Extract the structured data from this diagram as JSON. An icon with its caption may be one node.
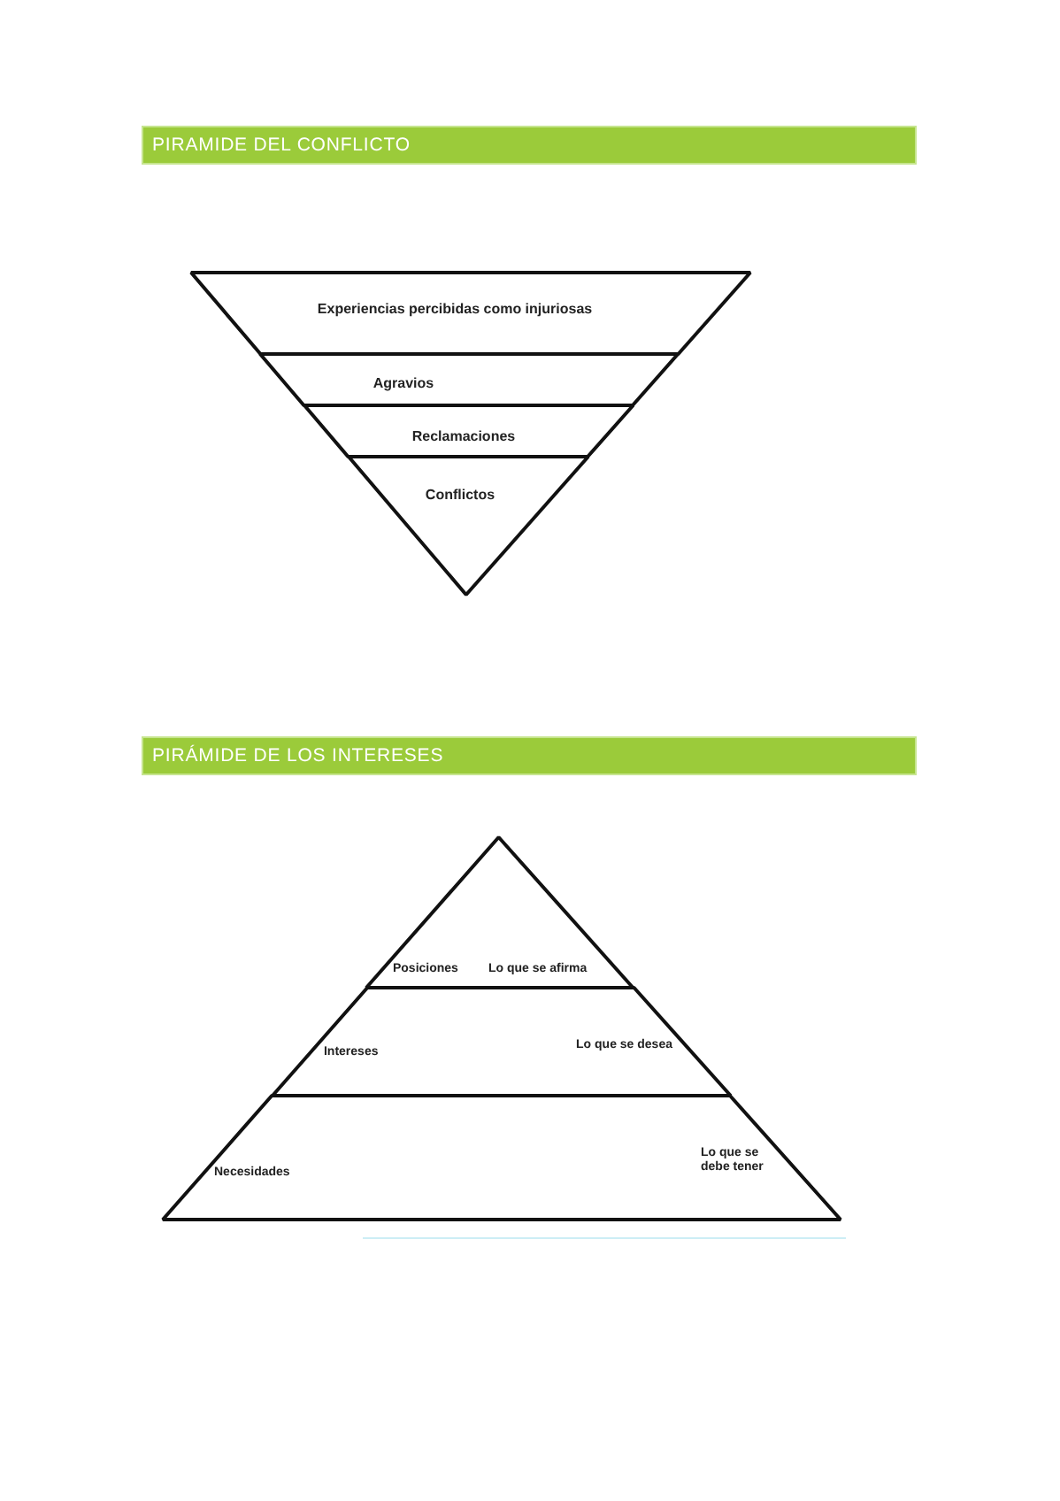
{
  "diagram": {
    "nodes": [
      {
        "text": [
          "PIRAMIDE DEL CONFLICTO"
        ]
      },
      {
        "text": [
          "Experiencias percibidas como injuriosas"
        ]
      },
      {
        "text": [
          "Agravios"
        ]
      },
      {
        "text": [
          "Reclamaciones"
        ]
      },
      {
        "text": [
          "Conflictos"
        ]
      },
      {
        "text": [
          "PIRÁMIDE DE LOS INTERESES"
        ]
      },
      {
        "text": [
          "Posiciones",
          "Lo que se afirma"
        ]
      },
      {
        "text": [
          "Intereses",
          "Lo que se desea"
        ]
      },
      {
        "text": [
          "Necesidades",
          "Lo que se debe tener"
        ]
      }
    ]
  }
}
